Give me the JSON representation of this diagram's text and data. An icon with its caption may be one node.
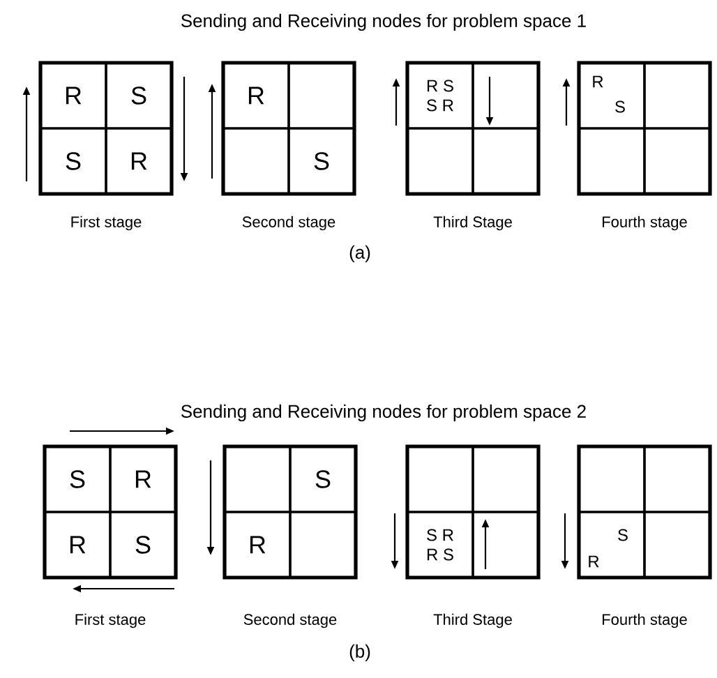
{
  "diagram": {
    "nodes": [
      {
        "text": [],
        "shape": "box",
        "beside": [
          "First stage"
        ]
      },
      {
        "text": [
          "R"
        ],
        "in": 0
      },
      {
        "text": [
          "S"
        ],
        "in": 0
      },
      {
        "text": [
          "S"
        ],
        "in": 0
      },
      {
        "text": [
          "R"
        ],
        "in": 0
      },
      {
        "text": [],
        "shape": "box",
        "beside": [
          "Second stage"
        ]
      },
      {
        "text": [
          "R"
        ],
        "in": 5
      },
      {
        "text": [],
        "shape": "box",
        "in": 5
      },
      {
        "text": [],
        "shape": "box",
        "in": 5
      },
      {
        "text": [
          "S"
        ],
        "in": 5
      },
      {
        "text": [],
        "shape": "box",
        "beside": [
          "Third Stage"
        ]
      },
      {
        "text": [
          "R S",
          "S R"
        ],
        "in": 10
      },
      {
        "text": [],
        "shape": "box",
        "in": 10
      },
      {
        "text": [],
        "shape": "box",
        "in": 10
      },
      {
        "text": [],
        "shape": "box",
        "in": 10
      },
      {
        "text": [],
        "shape": "box",
        "beside": [
          "Fourth stage"
        ]
      },
      {
        "text": [
          "R",
          "S"
        ],
        "in": 15
      },
      {
        "text": [],
        "shape": "box",
        "in": 15
      },
      {
        "text": [],
        "shape": "box",
        "in": 15
      },
      {
        "text": [],
        "shape": "box",
        "in": 15
      },
      {
        "text": [],
        "shape": "box",
        "beside": [
          "First stage"
        ]
      },
      {
        "text": [
          "S"
        ],
        "in": 20
      },
      {
        "text": [
          "R"
        ],
        "in": 20
      },
      {
        "text": [
          "R"
        ],
        "in": 20
      },
      {
        "text": [
          "S"
        ],
        "in": 20
      },
      {
        "text": [],
        "shape": "box",
        "beside": [
          "Second stage"
        ]
      },
      {
        "text": [],
        "shape": "box",
        "in": 25
      },
      {
        "text": [
          "S"
        ],
        "in": 25
      },
      {
        "text": [
          "R"
        ],
        "in": 25
      },
      {
        "text": [],
        "shape": "box",
        "in": 25
      },
      {
        "text": [],
        "shape": "box",
        "beside": [
          "Third Stage"
        ]
      },
      {
        "text": [],
        "shape": "box",
        "in": 30
      },
      {
        "text": [],
        "shape": "box",
        "in": 30
      },
      {
        "text": [
          "S R",
          "R S"
        ],
        "in": 30
      },
      {
        "text": [],
        "shape": "box",
        "in": 30
      },
      {
        "text": [],
        "shape": "box",
        "beside": [
          "Fourth stage"
        ]
      },
      {
        "text": [],
        "shape": "box",
        "in": 35
      },
      {
        "text": [],
        "shape": "box",
        "in": 35
      },
      {
        "text": [
          "S",
          "R"
        ],
        "in": 35
      },
      {
        "text": [],
        "shape": "box",
        "in": 35
      }
    ],
    "labels": [
      "Sending and Receiving nodes for problem space 1",
      "(a)",
      "Sending and Receiving nodes for problem space 2",
      "(b)"
    ]
  }
}
